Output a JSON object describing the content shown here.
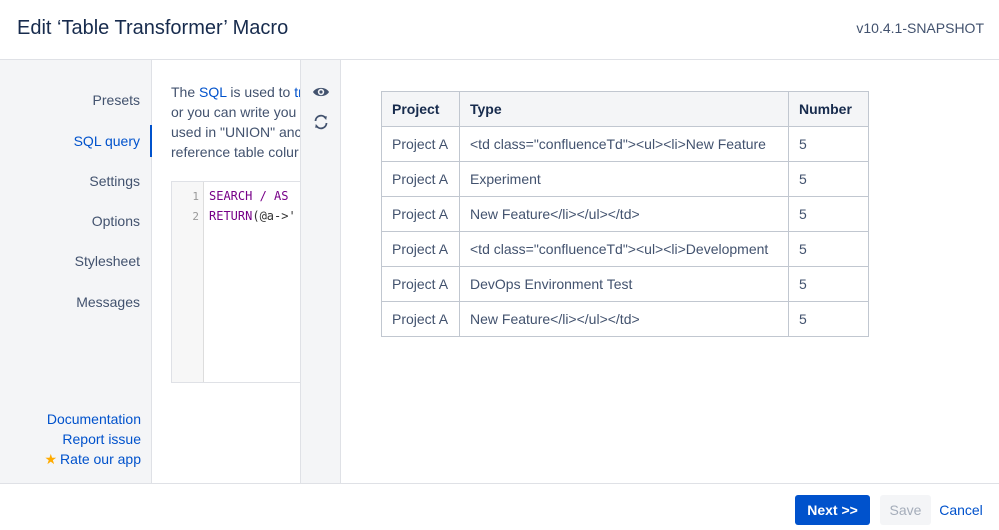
{
  "header": {
    "title": "Edit ‘Table Transformer’ Macro",
    "version": "v10.4.1-SNAPSHOT"
  },
  "sidebar": {
    "items": [
      {
        "label": "Presets"
      },
      {
        "label": "SQL query"
      },
      {
        "label": "Settings"
      },
      {
        "label": "Options"
      },
      {
        "label": "Stylesheet"
      },
      {
        "label": "Messages"
      }
    ],
    "links": {
      "documentation": "Documentation",
      "report_issue": "Report issue",
      "rate_app": "Rate our app"
    }
  },
  "description": {
    "line1_pre": "The ",
    "line1_link1": "SQL",
    "line1_mid": " is used to ",
    "line1_link2": "tr",
    "line2": "or you can write you",
    "line3": "used in \"UNION\" anc",
    "line4": "reference table colur"
  },
  "editor": {
    "lines": [
      {
        "num": "1",
        "kw": "SEARCH / AS",
        "rest": ""
      },
      {
        "num": "2",
        "kw": "RETURN",
        "rest": "(@a->'"
      }
    ]
  },
  "preview": {
    "columns": [
      "Project",
      "Type",
      "Number"
    ],
    "rows": [
      [
        "Project A",
        "<td class=\"confluenceTd\"><ul><li>New Feature",
        "5"
      ],
      [
        "Project A",
        "Experiment",
        "5"
      ],
      [
        "Project A",
        "New Feature</li></ul></td>",
        "5"
      ],
      [
        "Project A",
        "<td class=\"confluenceTd\"><ul><li>Development",
        "5"
      ],
      [
        "Project A",
        "DevOps Environment Test",
        "5"
      ],
      [
        "Project A",
        "New Feature</li></ul></td>",
        "5"
      ]
    ]
  },
  "footer": {
    "next": "Next >>",
    "save": "Save",
    "cancel": "Cancel"
  }
}
